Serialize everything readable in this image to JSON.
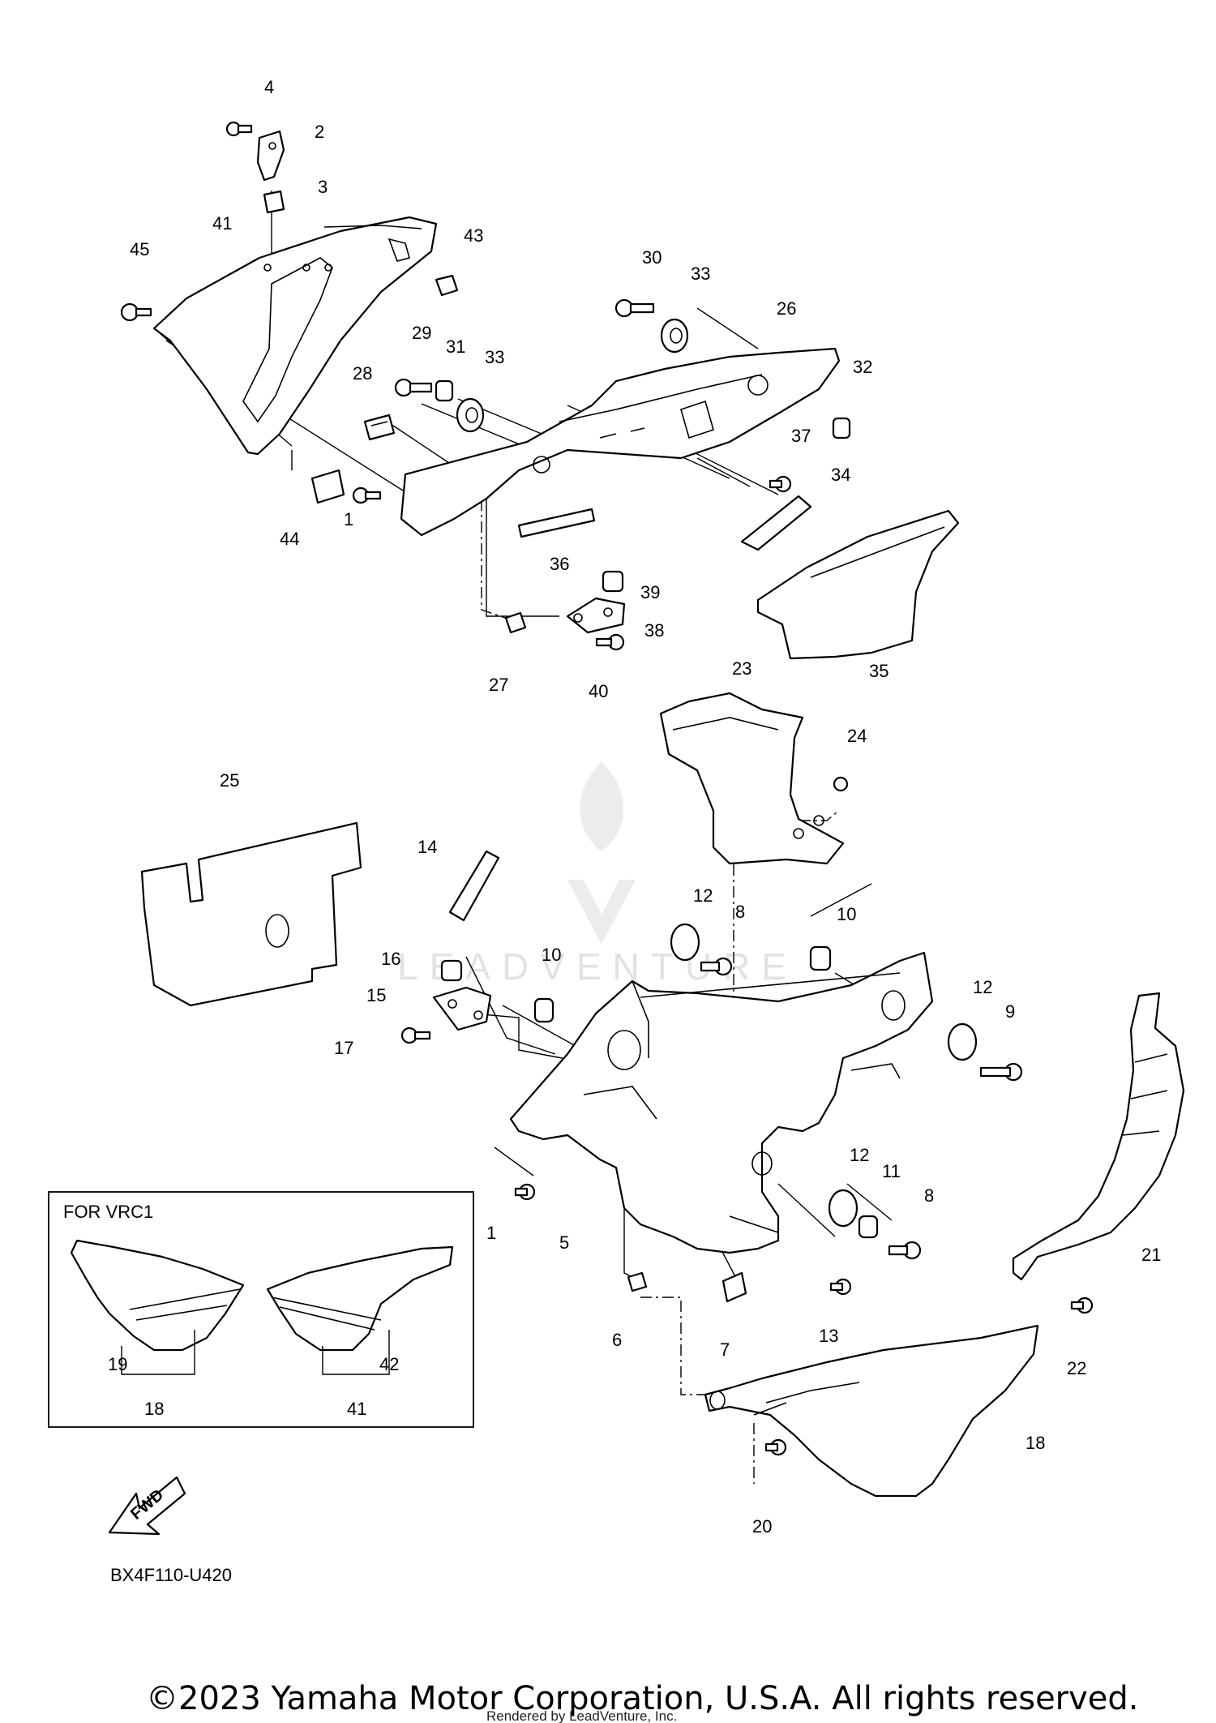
{
  "diagram": {
    "callouts": {
      "c1a": "1",
      "c1b": "1",
      "c2": "2",
      "c3": "3",
      "c4": "4",
      "c5": "5",
      "c6": "6",
      "c7": "7",
      "c8a": "8",
      "c8b": "8",
      "c9": "9",
      "c10a": "10",
      "c10b": "10",
      "c11": "11",
      "c12a": "12",
      "c12b": "12",
      "c12c": "12",
      "c13": "13",
      "c14": "14",
      "c15": "15",
      "c16": "16",
      "c17": "17",
      "c18a": "18",
      "c18b": "18",
      "c19": "19",
      "c20": "20",
      "c21": "21",
      "c22": "22",
      "c23": "23",
      "c24": "24",
      "c25": "25",
      "c26": "26",
      "c27": "27",
      "c28": "28",
      "c29": "29",
      "c30": "30",
      "c31": "31",
      "c32": "32",
      "c33a": "33",
      "c33b": "33",
      "c34": "34",
      "c35": "35",
      "c36": "36",
      "c37": "37",
      "c38": "38",
      "c39": "39",
      "c40": "40",
      "c41a": "41",
      "c41b": "41",
      "c42": "42",
      "c43": "43",
      "c44": "44",
      "c45": "45"
    },
    "inset_title": "FOR  VRC1",
    "fwd_label": "FWD",
    "reference_code": "BX4F110-U420",
    "watermark_text": "LEADVENTURE",
    "copyright": "©2023 Yamaha Motor Corporation, U.S.A. All rights reserved.",
    "rendered_by": "Rendered by LeadVenture, Inc."
  },
  "colors": {
    "line": "#000000",
    "background": "#ffffff",
    "watermark": "#e2e2e2"
  }
}
